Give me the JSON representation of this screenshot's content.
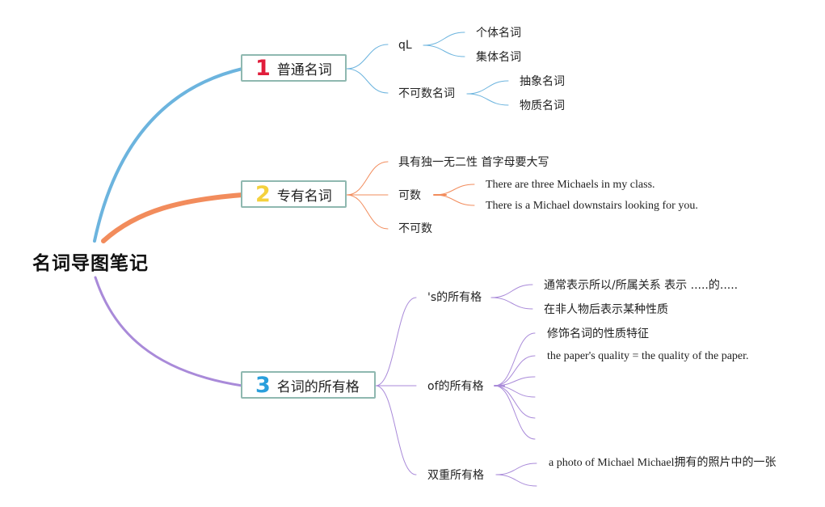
{
  "title": "名词导图笔记",
  "colors": {
    "branch1": "#6cb4de",
    "branch2": "#f28c5c",
    "branch3": "#a98ad9",
    "num1": "#e11d3b",
    "num2": "#f4d13d",
    "num3": "#2a9fdc",
    "topic_border": "#8fb8b0"
  },
  "branches": [
    {
      "number": "1",
      "label": "普通名词",
      "children": [
        {
          "label": "qL",
          "children": [
            "个体名词",
            "集体名词"
          ]
        },
        {
          "label": "不可数名词",
          "children": [
            "抽象名词",
            "物质名词"
          ]
        }
      ]
    },
    {
      "number": "2",
      "label": "专有名词",
      "children": [
        {
          "label": "具有独一无二性 首字母要大写",
          "children": []
        },
        {
          "label": "可数",
          "children": [
            "There are three Michaels in my class.",
            "There is a Michael downstairs looking for you."
          ]
        },
        {
          "label": "不可数",
          "children": []
        }
      ]
    },
    {
      "number": "3",
      "label": "名词的所有格",
      "children": [
        {
          "label": "'s的所有格",
          "children": [
            "通常表示所以/所属关系 表示 .....的.....",
            "在非人物后表示某种性质"
          ]
        },
        {
          "label": "of的所有格",
          "children": [
            "修饰名词的性质特征",
            "the paper's quality = the quality of the paper.",
            "",
            "",
            "",
            ""
          ]
        },
        {
          "label": "双重所有格",
          "children": [
            "a photo of Michael Michael拥有的照片中的一张",
            ""
          ]
        }
      ]
    }
  ]
}
